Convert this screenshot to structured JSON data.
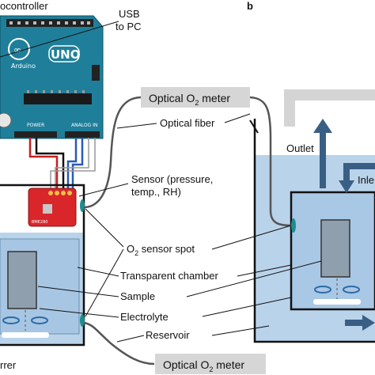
{
  "labels": {
    "microcontroller": "ocontroller",
    "usb": "USB",
    "to_pc": "to PC",
    "panel_b": "b",
    "optical_o2_meter_top": "Optical O",
    "optical_o2_meter_top_sub": "2",
    "optical_o2_meter_top_end": " meter",
    "optical_fiber": "Optical fiber",
    "outlet": "Outlet",
    "inlet": "Inle",
    "sensor_line1": "Sensor (pressure,",
    "sensor_line2": "temp., RH)",
    "o2_sensor_spot_o": "O",
    "o2_sensor_spot_sub": "2",
    "o2_sensor_spot_rest": " sensor spot",
    "transparent_chamber": "Transparent chamber",
    "sample": "Sample",
    "electrolyte": "Electrolyte",
    "reservoir": "Reservoir",
    "stirrer": "rrer",
    "optical_o2_meter_bottom": "Optical O",
    "optical_o2_meter_bottom_sub": "2",
    "optical_o2_meter_bottom_end": " meter"
  },
  "board": {
    "name": "UNO",
    "brand": "Arduino",
    "power": "POWER",
    "analog_in": "ANALOG IN"
  },
  "colors": {
    "arduino_teal": "#1f7f9a",
    "water_blue": "#b9d3ea",
    "sensor_red": "#d8262b",
    "gray_fiber": "#555555",
    "arrow_blue": "#3a5f84",
    "box_gray": "#d4d4d4"
  }
}
